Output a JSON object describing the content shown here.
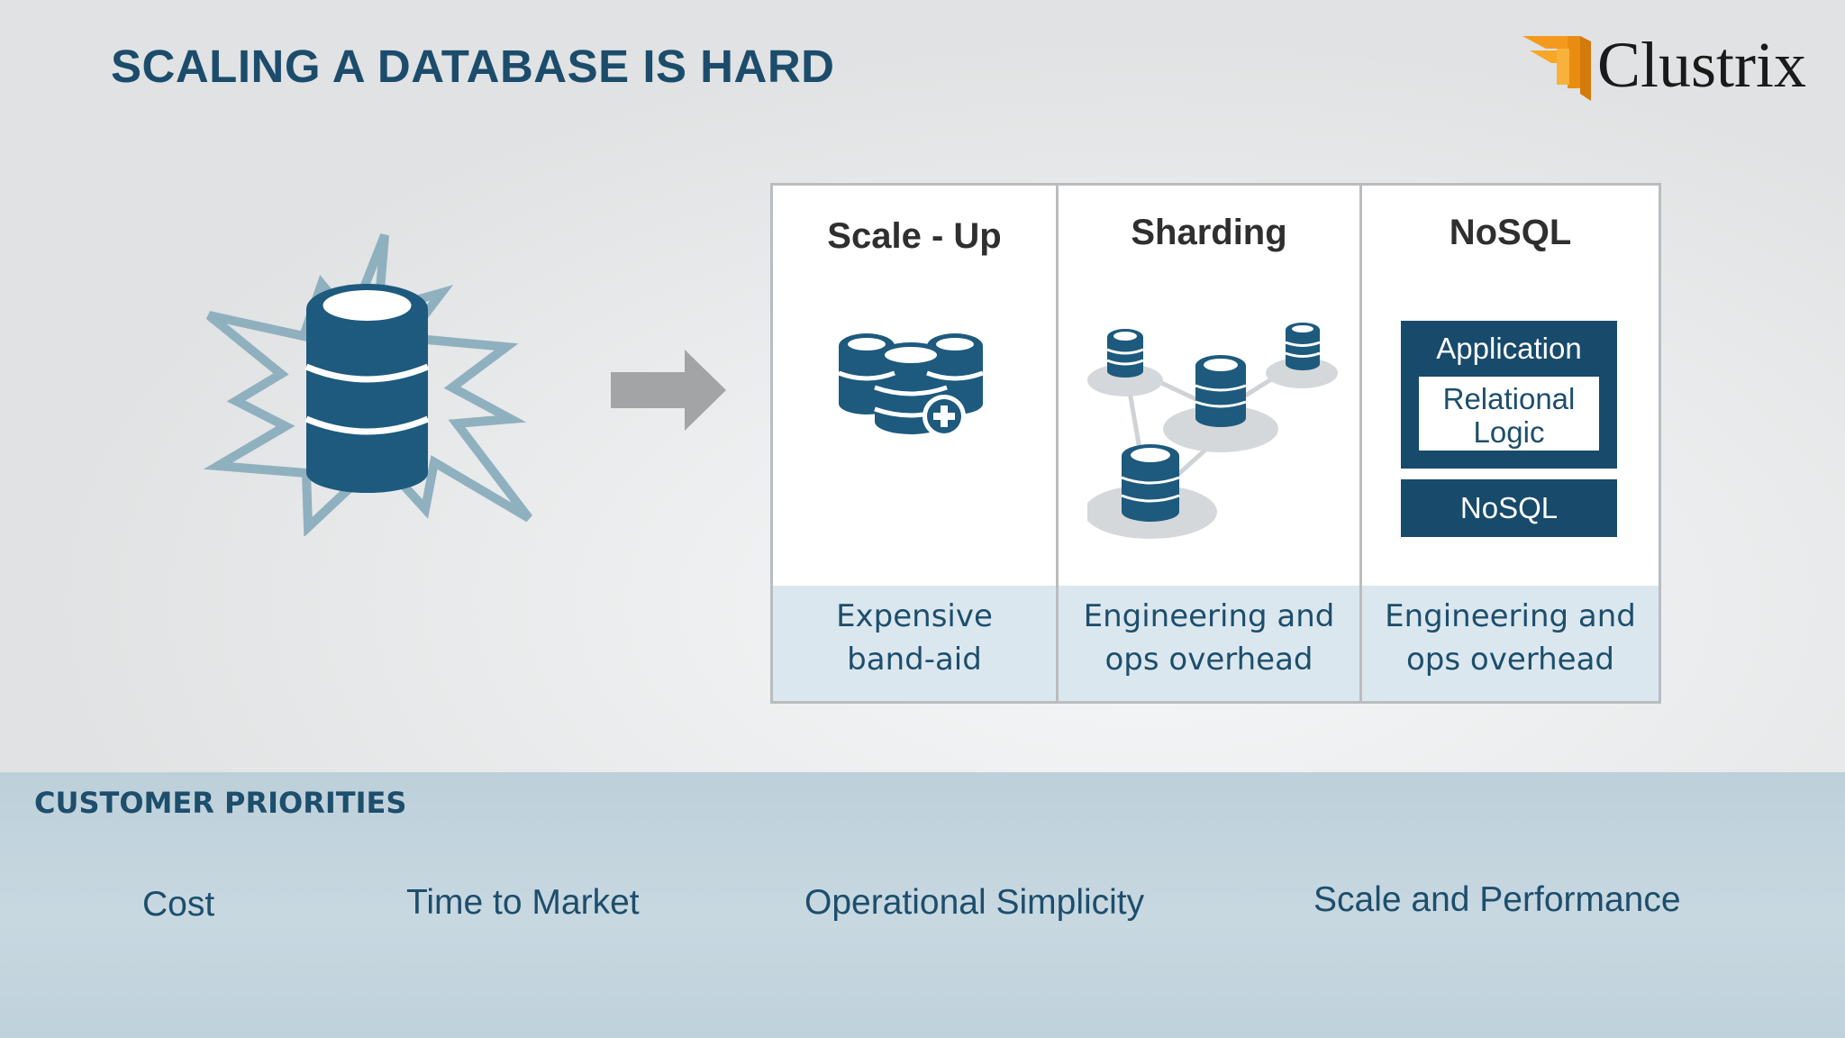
{
  "slide": {
    "title": "SCALING A DATABASE IS HARD",
    "logo_text": "Clustrix",
    "icons": [
      "stressed-database-icon",
      "right-arrow-icon",
      "database-cluster-add-icon",
      "sharded-database-network-icon"
    ],
    "colors": {
      "primary": "#1c4c6b",
      "accent_orange": "#f39a1e",
      "light_blue": "#dbe7ee",
      "burst": "#8fb0bf"
    }
  },
  "approaches": [
    {
      "heading": "Scale - Up",
      "caption_lines": [
        "Expensive",
        "band-aid"
      ]
    },
    {
      "heading": "Sharding",
      "caption_lines": [
        "Engineering and",
        "ops overhead"
      ]
    },
    {
      "heading": "NoSQL",
      "caption_lines": [
        "Engineering and",
        "ops overhead"
      ],
      "stack": {
        "top_label": "Application",
        "inner_lines": [
          "Relational",
          "Logic"
        ],
        "bottom_label": "NoSQL"
      }
    }
  ],
  "priorities": {
    "heading": "CUSTOMER PRIORITIES",
    "items": [
      "Cost",
      "Time to Market",
      "Operational Simplicity",
      "Scale and Performance"
    ]
  }
}
